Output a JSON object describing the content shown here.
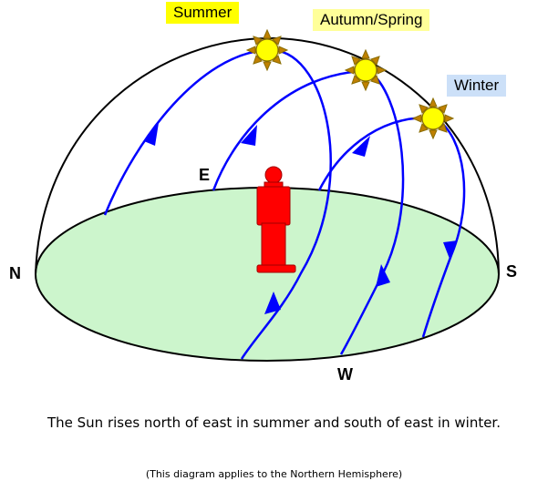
{
  "seasons": {
    "summer": {
      "label": "Summer",
      "bg": "#ffff00"
    },
    "autumn_spring": {
      "label": "Autumn/Spring",
      "bg": "#ffff99"
    },
    "winter": {
      "label": "Winter",
      "bg": "#cce0f8"
    }
  },
  "directions": {
    "north": "N",
    "south": "S",
    "east": "E",
    "west": "W"
  },
  "caption": "The Sun rises north of east in summer and south of east in winter.",
  "note": "(This diagram applies to the Northern Hemisphere)",
  "colors": {
    "ground": "#ccf5cc",
    "path": "#0000ff",
    "sun": "#ffff00",
    "person": "#ff0000"
  },
  "icons": {
    "sun": "sun-icon",
    "person": "person-figure"
  }
}
